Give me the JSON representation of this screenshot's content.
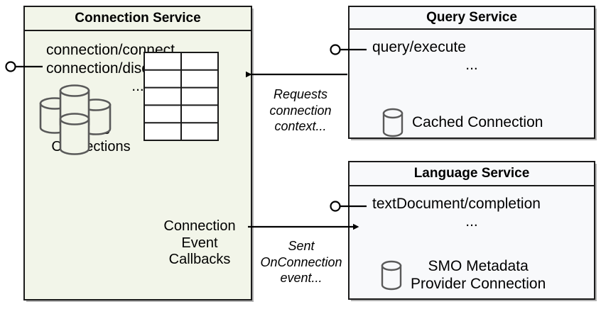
{
  "diagram": {
    "type": "uml-component-diagram",
    "background": "#ffffff",
    "colors": {
      "connection_service_fill": "#f2f5e9",
      "service_fill": "#f8f9fb",
      "stroke": "#1a1a1a",
      "cylinder_stroke": "#595959"
    }
  },
  "connection_service": {
    "title": "Connection Service",
    "apis": [
      "connection/connect",
      "connection/disconnect"
    ],
    "api_ellipsis": "...",
    "active_connections_label": "Active\nConnections",
    "active_connections_line1": "Active",
    "active_connections_line2": "Connections",
    "callbacks_label_line1": "Connection",
    "callbacks_label_line2": "Event",
    "callbacks_label_line3": "Callbacks",
    "table": {
      "rows": 5,
      "columns": 2
    },
    "cylinder_count": 4,
    "interface_name": ""
  },
  "query_service": {
    "title": "Query Service",
    "apis": [
      "query/execute"
    ],
    "api_ellipsis": "...",
    "artifact_label": "Cached Connection",
    "cylinder_count": 1
  },
  "language_service": {
    "title": "Language Service",
    "apis": [
      "textDocument/completion"
    ],
    "api_ellipsis": "...",
    "artifact_label_line1": "SMO Metadata",
    "artifact_label_line2": "Provider Connection",
    "cylinder_count": 1
  },
  "connectors": [
    {
      "id": "requests-connection-context",
      "from": "query_service",
      "to": "connection_service",
      "direction": "left",
      "label_line1": "Requests",
      "label_line2": "connection",
      "label_line3": "context..."
    },
    {
      "id": "sent-onconnection-event",
      "from": "connection_service",
      "to": "language_service",
      "direction": "right",
      "label_line1": "Sent",
      "label_line2": "OnConnection",
      "label_line3": "event..."
    }
  ],
  "lollipops": [
    {
      "id": "connection-service-interface",
      "attached_to": "connection_service"
    },
    {
      "id": "query-service-interface",
      "attached_to": "query_service"
    },
    {
      "id": "language-service-interface",
      "attached_to": "language_service"
    }
  ]
}
